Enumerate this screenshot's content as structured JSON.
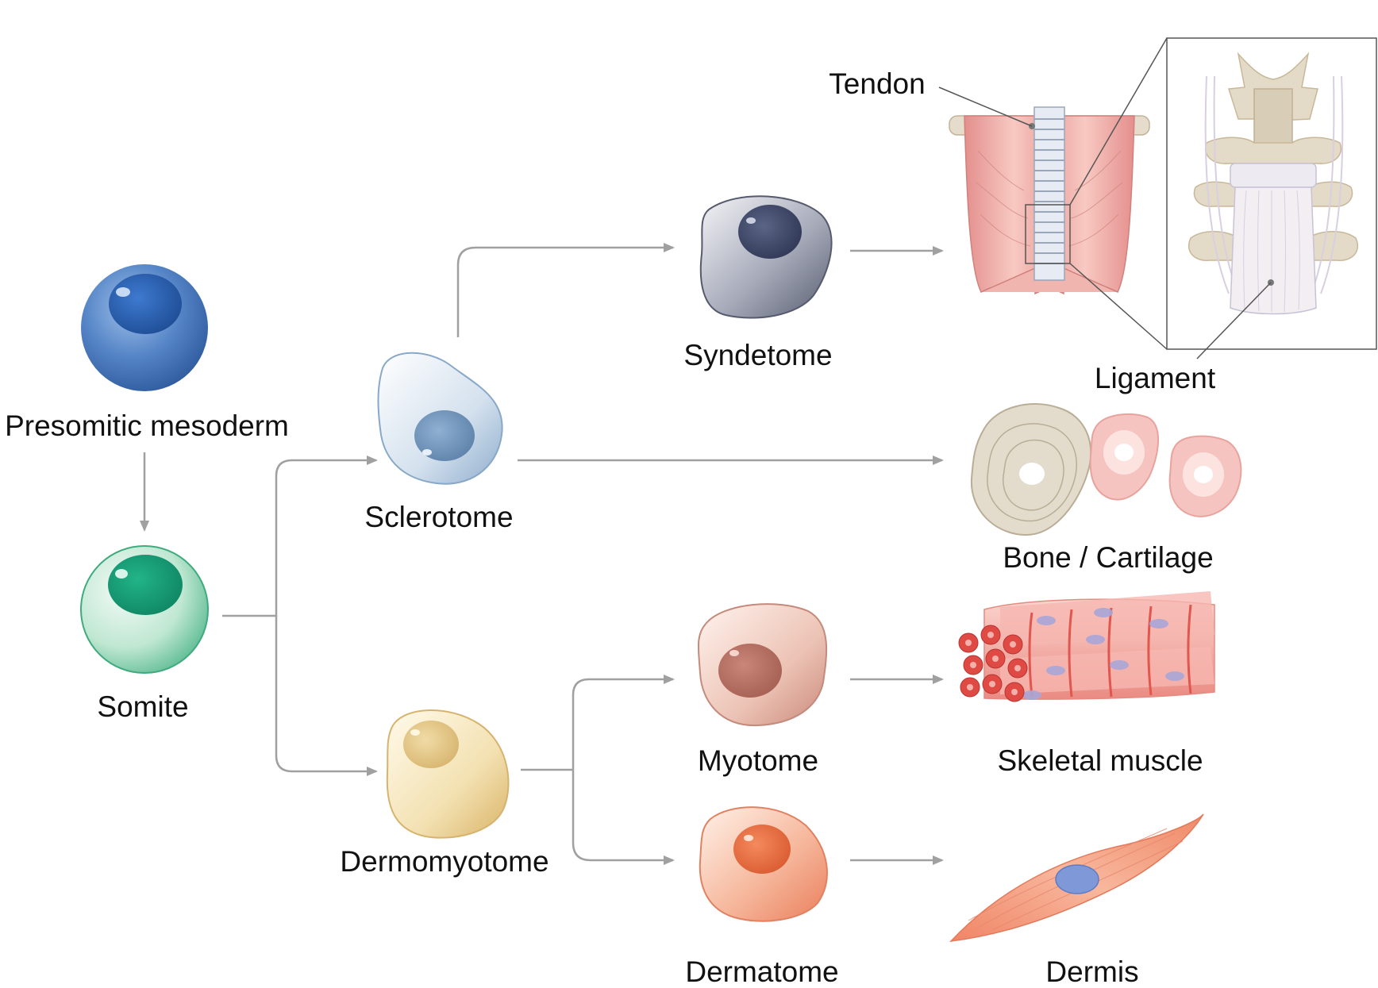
{
  "labels": {
    "presomitic_mesoderm": "Presomitic mesoderm",
    "somite": "Somite",
    "sclerotome": "Sclerotome",
    "dermomyotome": "Dermomyotome",
    "syndetome": "Syndetome",
    "myotome": "Myotome",
    "dermatome": "Dermatome",
    "tendon": "Tendon",
    "ligament": "Ligament",
    "bone_cartilage": "Bone / Cartilage",
    "skeletal_muscle": "Skeletal muscle",
    "dermis": "Dermis"
  },
  "colors": {
    "arrow": "#a0a0a0",
    "presomitic": "#3f6fb5",
    "somite": "#2fae86",
    "sclerotome": "#b9cde2",
    "syndetome": "#5d6378",
    "dermomyotome": "#eed59a",
    "myotome": "#e5b3a4",
    "dermatome": "#f08a66",
    "tendon_tissue": "#eba5a3",
    "bone": "#e3dccd",
    "muscle": "#e55a5a",
    "dermis": "#f2967a"
  }
}
